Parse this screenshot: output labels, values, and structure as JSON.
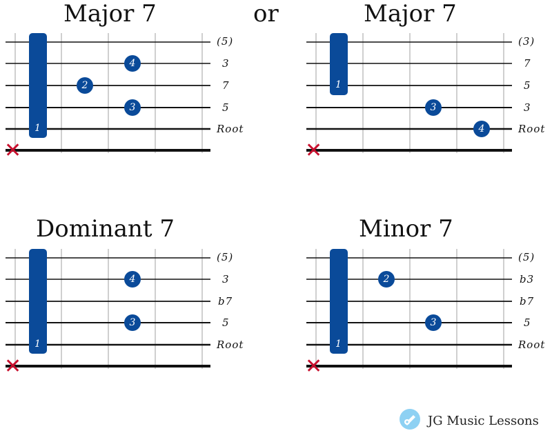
{
  "separator": "or",
  "diagrams": [
    {
      "title": "Major 7",
      "labels": [
        "(5)",
        "3",
        "7",
        "5",
        "Root"
      ],
      "barre_finger": "1",
      "fingers": [
        "4",
        "2",
        "3"
      ]
    },
    {
      "title": "Major 7",
      "labels": [
        "(3)",
        "7",
        "5",
        "3",
        "Root"
      ],
      "barre_finger": "1",
      "fingers": [
        "3",
        "4"
      ]
    },
    {
      "title": "Dominant 7",
      "labels": [
        "(5)",
        "3",
        "b7",
        "5",
        "Root"
      ],
      "barre_finger": "1",
      "fingers": [
        "4",
        "3"
      ]
    },
    {
      "title": "Minor  7",
      "labels": [
        "(5)",
        "b3",
        "b7",
        "5",
        "Root"
      ],
      "barre_finger": "1",
      "fingers": [
        "2",
        "3"
      ]
    }
  ],
  "mute_symbol": "✕",
  "brand": {
    "name": "JG Music Lessons",
    "icon": "guitar-pick-icon"
  },
  "colors": {
    "finger": "#0a4a99",
    "mute": "#c8102e"
  }
}
